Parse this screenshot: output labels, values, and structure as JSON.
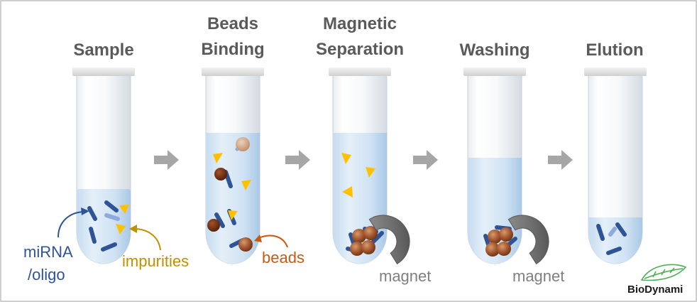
{
  "steps": [
    {
      "title_lines": [
        "Sample"
      ]
    },
    {
      "title_lines": [
        "Beads",
        "Binding"
      ]
    },
    {
      "title_lines": [
        "Magnetic",
        "Separation"
      ]
    },
    {
      "title_lines": [
        "Washing"
      ]
    },
    {
      "title_lines": [
        "Elution"
      ]
    }
  ],
  "labels": {
    "mirna_line1": "miRNA",
    "mirna_line2": "/oligo",
    "impurities": "impurities",
    "beads": "beads",
    "magnet": "magnet"
  },
  "logo": {
    "text": "BioDynami"
  },
  "colors": {
    "title": "#5a5a5a",
    "mirna": "#2f5496",
    "impurities": "#bf9000",
    "beads_label": "#c55a11",
    "magnet_label": "#7f7f7f",
    "liquid": "#bdd7ee",
    "arrow": "#a6a6a6",
    "bead": "#8b4513",
    "triangle": "#ffc000",
    "strand": "#2f5496",
    "logo_leaf": "#4caf50"
  },
  "icons": [
    "arrow-right-icon",
    "magnet-icon",
    "leaf-icon"
  ]
}
